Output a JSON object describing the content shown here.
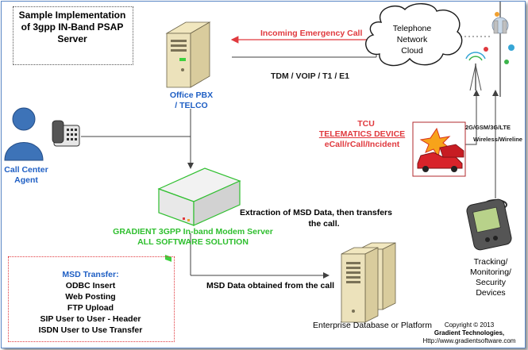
{
  "title_box": {
    "lines": [
      "Sample Implementation",
      "of 3gpp IN-Band PSAP",
      "Server"
    ]
  },
  "incoming_call_label": "Incoming Emergency Call",
  "telephone_cloud": {
    "lines": [
      "Telephone",
      "Network",
      "Cloud"
    ]
  },
  "trunk_label": "TDM / VOIP / T1 / E1",
  "pbx_label": [
    "Office PBX",
    "/ TELCO"
  ],
  "call_center_label": [
    "Call Center",
    "Agent"
  ],
  "tcu": {
    "lines": [
      "TCU",
      "TELEMATICS DEVICE",
      "eCall/rCall/Incident"
    ]
  },
  "network_types": [
    "2G/GSM/3G/LTE",
    "Wireless/Wireline"
  ],
  "extraction_label": [
    "Extraction of MSD Data, then transfers",
    "the call."
  ],
  "modem_server_label": [
    "GRADIENT 3GPP In-band Modem Server",
    "ALL SOFTWARE SOLUTION"
  ],
  "msd_transfer": {
    "heading": "MSD Transfer:",
    "items": [
      "ODBC Insert",
      "Web Posting",
      "FTP Upload",
      "SIP User to User - Header",
      "ISDN User to Use Transfer"
    ]
  },
  "msd_obtained_label": "MSD Data obtained from the call",
  "enterprise_label": "Enterprise Database or Platform",
  "tracking_label": [
    "Tracking/",
    "Monitoring/",
    "Security",
    "Devices"
  ],
  "copyright": [
    "Copyright © 2013",
    "Gradient Technologies,",
    "Http://www.gradientsoftware.com"
  ],
  "colors": {
    "red": "#e0393e",
    "blue": "#1f5fc4",
    "green": "#2fbf2f",
    "connector": "#404040"
  }
}
